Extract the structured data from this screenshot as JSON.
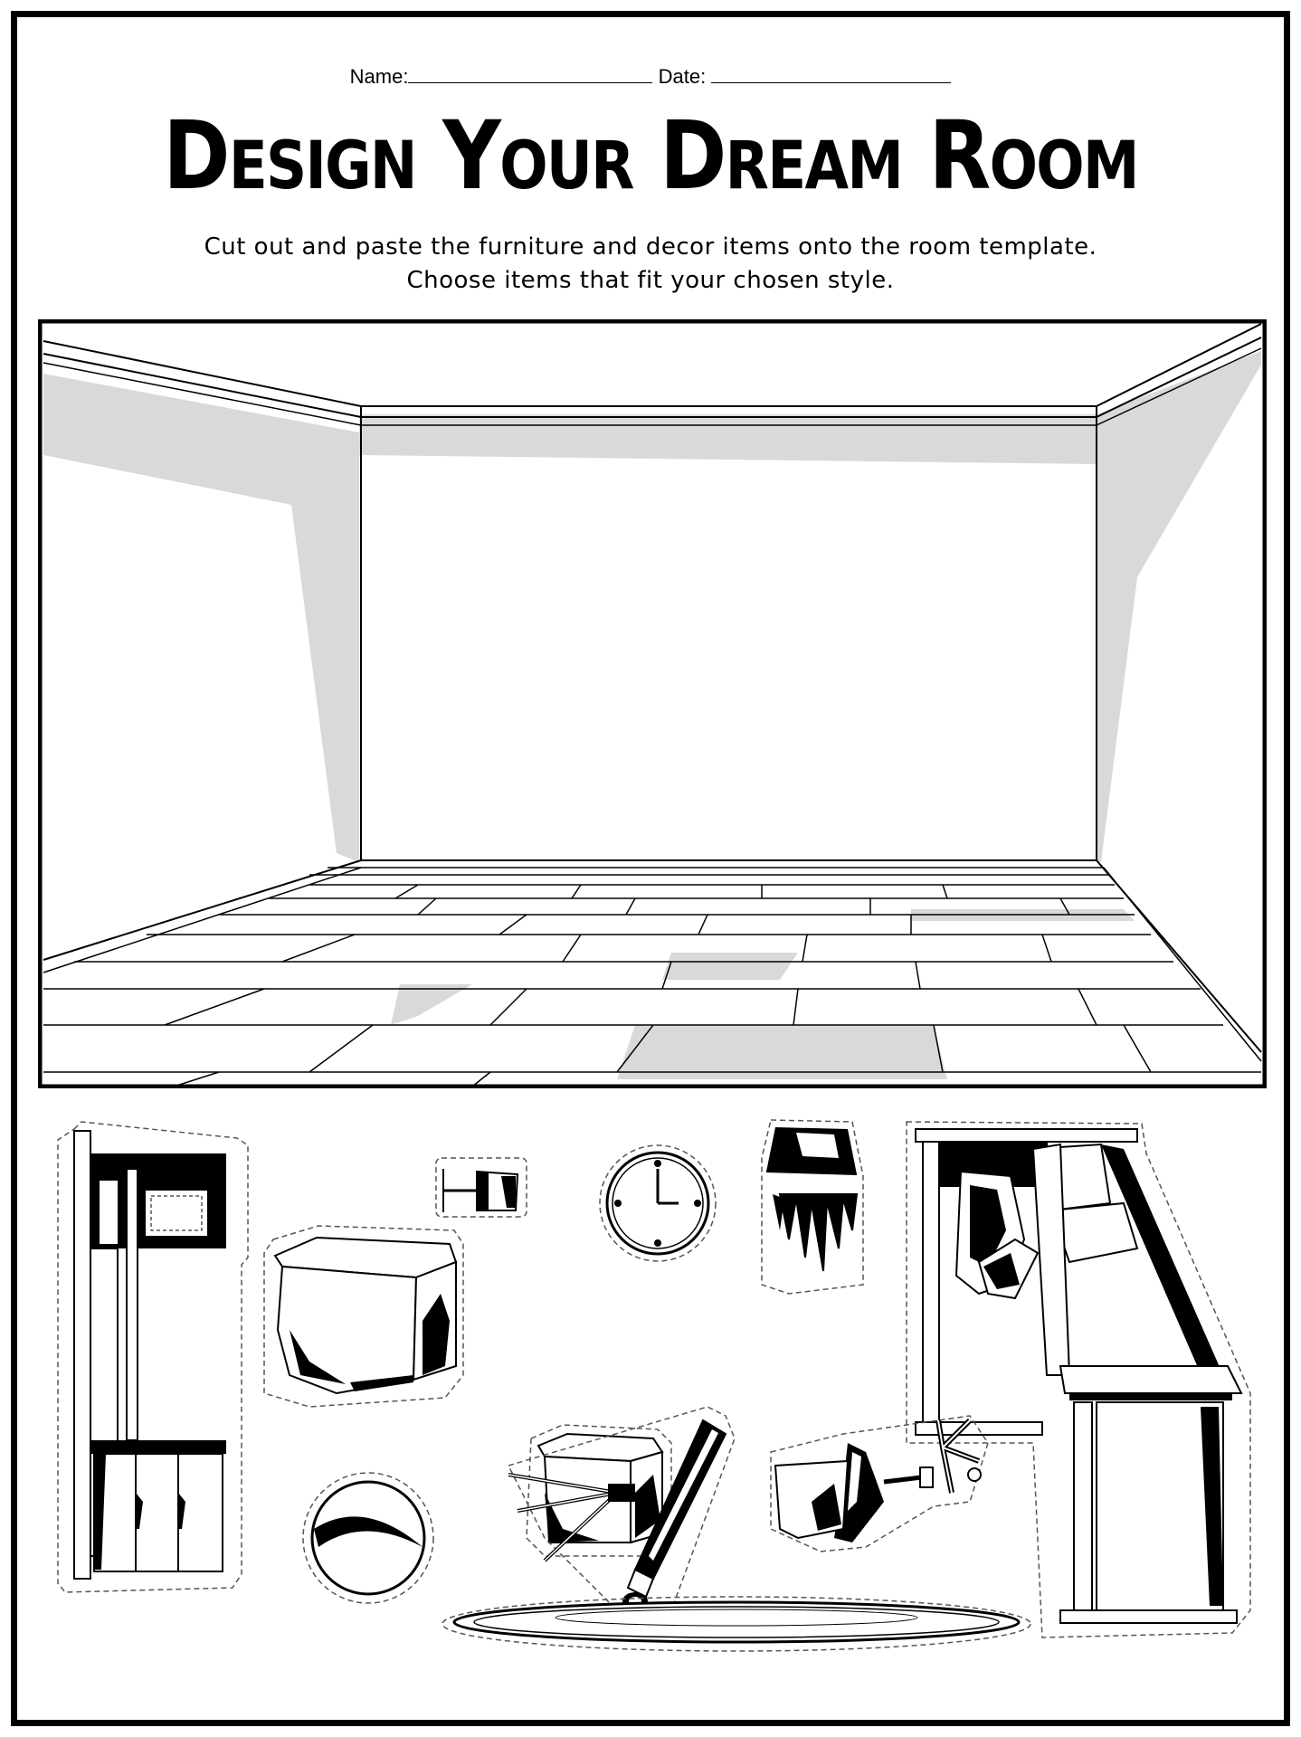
{
  "worksheet": {
    "name_label": "Name:",
    "date_label": "Date:",
    "title": "Design Your Dream Room",
    "instruction_line1": "Cut out and paste the furniture and decor items onto the room template.",
    "instruction_line2": "Choose items that fit your chosen style."
  },
  "colors": {
    "ink": "#000000",
    "shadow_gray": "#d9d9d9",
    "paper": "#ffffff"
  },
  "cutout_icons": [
    "coat-rack-shelf-icon",
    "wall-lamp-icon",
    "wall-clock-icon",
    "hanging-lamp-icon",
    "corner-desk-shelf-icon",
    "ottoman-large-icon",
    "ottoman-small-icon",
    "ball-icon",
    "telescope-icon",
    "desk-chair-icon",
    "oval-rug-icon"
  ]
}
